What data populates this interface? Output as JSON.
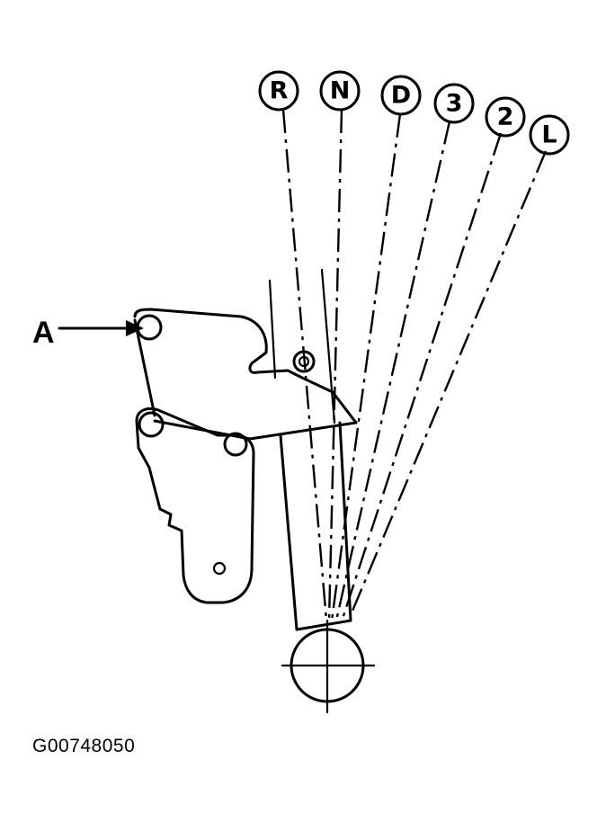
{
  "diagram": {
    "positions": [
      {
        "id": "R",
        "label": "R"
      },
      {
        "id": "N",
        "label": "N"
      },
      {
        "id": "D",
        "label": "D"
      },
      {
        "id": "3",
        "label": "3"
      },
      {
        "id": "2",
        "label": "2"
      },
      {
        "id": "L",
        "label": "L"
      }
    ],
    "callout": {
      "label": "A"
    },
    "figure_id": "G00748050"
  }
}
